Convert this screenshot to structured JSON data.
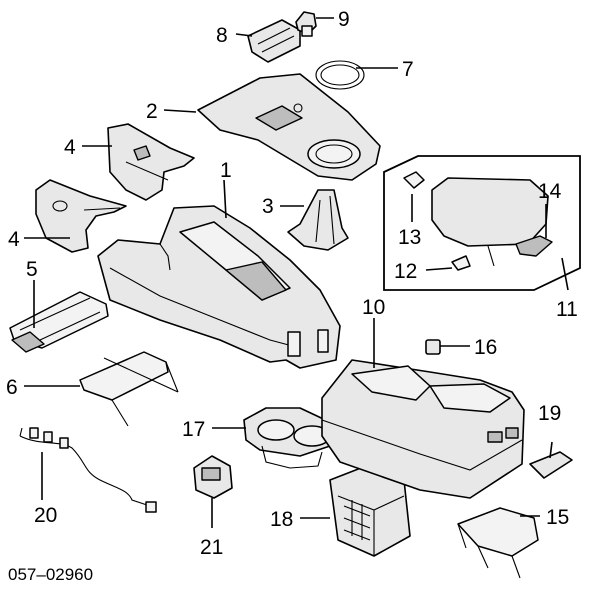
{
  "figure_code": "057–02960",
  "callouts": {
    "c1": "1",
    "c2": "2",
    "c3": "3",
    "c4a": "4",
    "c4b": "4",
    "c5": "5",
    "c6": "6",
    "c7": "7",
    "c8": "8",
    "c9": "9",
    "c10": "10",
    "c11": "11",
    "c12": "12",
    "c13": "13",
    "c14": "14",
    "c15": "15",
    "c16": "16",
    "c17": "17",
    "c18": "18",
    "c19": "19",
    "c20": "20",
    "c21": "21"
  }
}
